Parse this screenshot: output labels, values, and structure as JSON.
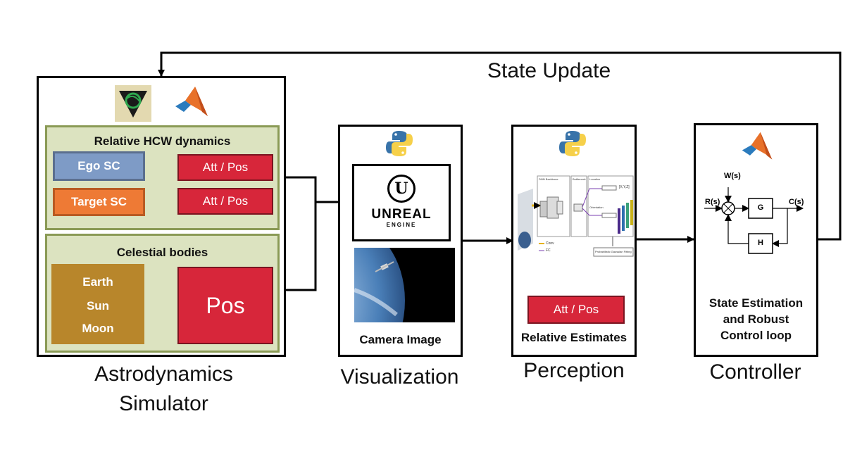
{
  "feedback": {
    "label": "State Update"
  },
  "simulator": {
    "dynamics_title": "Relative HCW dynamics",
    "ego_label": "Ego SC",
    "target_label": "Target SC",
    "att_pos_1": "Att / Pos",
    "att_pos_2": "Att / Pos",
    "celestial_title": "Celestial bodies",
    "bodies": [
      "Earth",
      "Sun",
      "Moon"
    ],
    "pos_label": "Pos",
    "caption_line1": "Astrodynamics",
    "caption_line2": "Simulator"
  },
  "visualization": {
    "engine_line1": "UNREAL",
    "engine_line2": "ENGINE",
    "camera_label": "Camera Image",
    "caption": "Visualization"
  },
  "perception": {
    "net_labels": {
      "backbone": "DNN Backbone",
      "bottleneck": "Bottleneck",
      "location": "Location",
      "orientation": "Orientation",
      "xyz": "[X,Y,Z]",
      "conv": "Conv",
      "fc": "FC",
      "fitting": "Probabilistic Gaussian Fitting"
    },
    "att_pos": "Att / Pos",
    "estimates_label": "Relative Estimates",
    "caption": "Perception"
  },
  "controller": {
    "signals": {
      "r": "R(s)",
      "w": "W(s)",
      "c": "C(s)",
      "g": "G",
      "h": "H"
    },
    "text_line1": "State Estimation",
    "text_line2": "and Robust",
    "text_line3": "Control loop",
    "caption": "Controller"
  },
  "colors": {
    "ego": "#7e9bc6",
    "target": "#ee7a35",
    "red": "#d7263a",
    "bodies": "#b8862b",
    "green_fill": "#dce3c0",
    "green_border": "#8a9a55"
  }
}
